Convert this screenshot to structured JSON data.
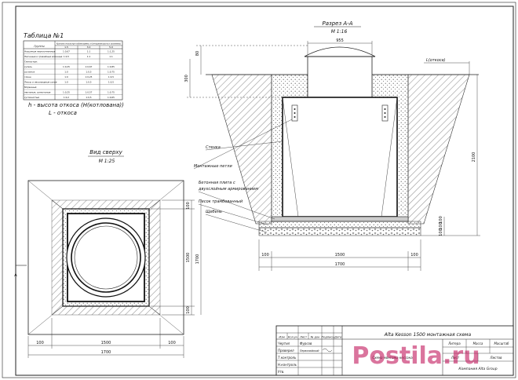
{
  "table": {
    "title": "Таблица №1",
    "col_ground": "Грунты",
    "col_header": "Крутизна откосов при глубине выемки, м (отношение высоты к заложению)",
    "depths": [
      "1.5",
      "3.0",
      "5.0"
    ],
    "rows": [
      {
        "name": "Насыпные неуплотненные",
        "v": [
          "1:0,67",
          "1:1",
          "1:1,25"
        ]
      },
      {
        "name": "Песчаные и гравийные влажные",
        "v": [
          "1:0,5",
          "1:1",
          "1:1"
        ]
      },
      {
        "name": "Глинистые:",
        "v": [
          "",
          "",
          ""
        ]
      },
      {
        "name": "супесь",
        "v": [
          "1:0,25",
          "1:0,67",
          "1:0,85"
        ]
      },
      {
        "name": "суглинок",
        "v": [
          "1:0",
          "1:0,5",
          "1:0,75"
        ]
      },
      {
        "name": "глина",
        "v": [
          "1:0",
          "1:0,25",
          "1:0,5"
        ]
      },
      {
        "name": "Лессы и лессовидные сухие",
        "v": [
          "1:0",
          "1:0,5",
          "1:0,5"
        ]
      },
      {
        "name": "Моренные:",
        "v": [
          "",
          "",
          ""
        ]
      },
      {
        "name": "песчаные, супесчаные",
        "v": [
          "1:0,25",
          "1:0,57",
          "1:0,75"
        ]
      },
      {
        "name": "суглинистые",
        "v": [
          "1:0,2",
          "1:0,5",
          "1:0,65"
        ]
      }
    ],
    "note_h": "h - высота откоса (Н(котлована))",
    "note_l": "L - откоса"
  },
  "section": {
    "title": "Разрез А-А",
    "scale": "М 1:16",
    "dim_top": "955",
    "dim_80": "80",
    "dim_300": "300",
    "dim_2100": "2100",
    "dim_100": "100",
    "dim_1500": "1500",
    "dim_1700": "1700",
    "dim_100b": "100",
    "dim_r100a": "100",
    "dim_r100b": "100",
    "dim_r100c": "100",
    "L_label": "L(откоса)",
    "leaders": {
      "wall": "Стенка",
      "loops": "Монтажные петли",
      "slab1": "Бетонная плита с",
      "slab2": "двухслойным армированием",
      "sand": "Песок трамбованный",
      "gravel": "Щебень"
    }
  },
  "plan": {
    "title": "Вид сверху",
    "scale": "М 1:25",
    "dim_100": "100",
    "dim_1500": "1500",
    "dim_1700": "1700",
    "dim_100r": "100",
    "dim_v100": "100",
    "dim_v1500": "1500",
    "dim_v1700": "1700",
    "dim_v100b": "100",
    "marker": "А"
  },
  "stamp": {
    "title": "Alta Kesson 1500 монтажная схема",
    "org": "Компания Alta Group",
    "subtitle": "Схема монтажа кессона",
    "header": [
      "Изм",
      "Кол.уч",
      "Лист",
      "№ док",
      "Подпись",
      "Дата"
    ],
    "roles": [
      "Чертил",
      "Проверил",
      "Т.контроль",
      "Н.контроль",
      "Утв."
    ],
    "names": [
      "Фурсов",
      "Первомайский",
      "",
      "",
      ""
    ],
    "stage_header": [
      "Литера",
      "Масса",
      "Масштаб"
    ],
    "sheet_label": "Лист",
    "sheets_label": "Листов"
  },
  "watermark": "Postila.ru"
}
